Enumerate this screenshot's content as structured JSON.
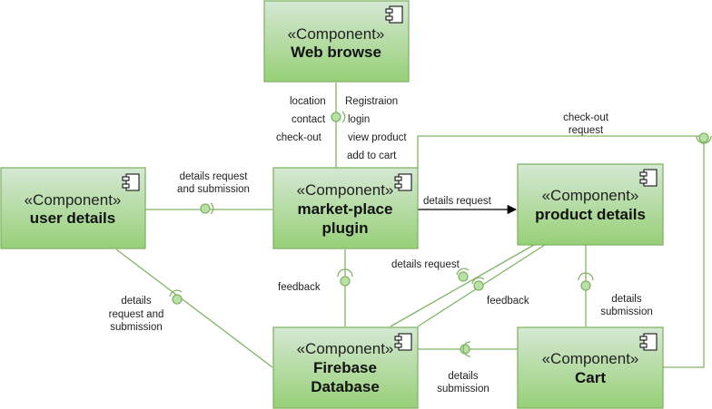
{
  "components": {
    "web_browse": {
      "stereotype": "«Component»",
      "name_lines": [
        "Web browse"
      ]
    },
    "user_details": {
      "stereotype": "«Component»",
      "name_lines": [
        "user details"
      ]
    },
    "marketplace_plugin": {
      "stereotype": "«Component»",
      "name_lines": [
        "market-place",
        "plugin"
      ]
    },
    "product_details": {
      "stereotype": "«Component»",
      "name_lines": [
        "product details"
      ]
    },
    "firebase_database": {
      "stereotype": "«Component»",
      "name_lines": [
        "Firebase",
        "Database"
      ]
    },
    "cart": {
      "stereotype": "«Component»",
      "name_lines": [
        "Cart"
      ]
    }
  },
  "labels": {
    "location": "location",
    "contact": "contact",
    "check_out_left": "check-out",
    "registraion": "Registraion",
    "login": "login",
    "view_product": "view product",
    "add_to_cart": "add to cart",
    "checkout_request_1": "check-out",
    "checkout_request_2": "request",
    "ud_mp_1": "details request",
    "ud_mp_2": "and submission",
    "mp_pd": "details request",
    "feedback_mp": "feedback",
    "details_request_fb_pd": "details request",
    "feedback_pd": "feedback",
    "pd_cart_1": "details",
    "pd_cart_2": "submission",
    "ud_fb_1": "details",
    "ud_fb_2": "request and",
    "ud_fb_3": "submission",
    "fb_cart_1": "details",
    "fb_cart_2": "submission"
  },
  "colors": {
    "component_fill_top": "#d5e8d4",
    "component_fill_bottom": "#97d077",
    "component_stroke": "#82b366",
    "line": "#82b366",
    "arrow": "#000000"
  }
}
